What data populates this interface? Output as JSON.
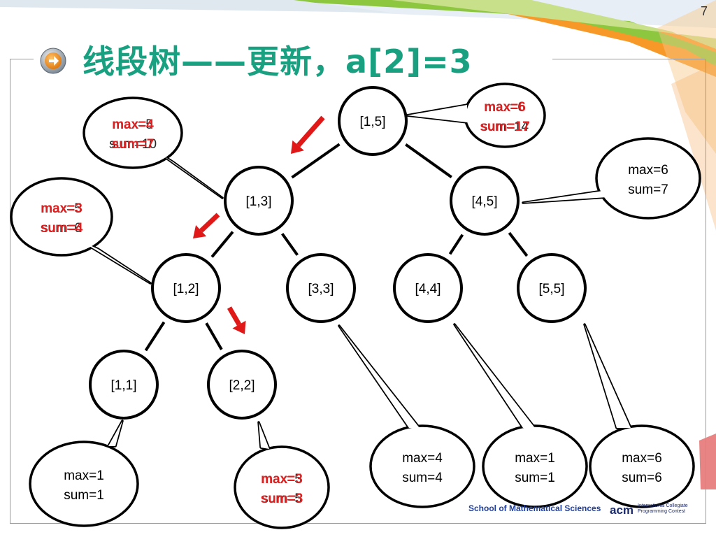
{
  "slide": {
    "page_number": "7",
    "title": "线段树——更新，a[2]=3"
  },
  "tree": {
    "nodes": [
      {
        "id": "n15",
        "label": "[1,5]"
      },
      {
        "id": "n13",
        "label": "[1,3]"
      },
      {
        "id": "n45",
        "label": "[4,5]"
      },
      {
        "id": "n12",
        "label": "[1,2]"
      },
      {
        "id": "n33",
        "label": "[3,3]"
      },
      {
        "id": "n44",
        "label": "[4,4]"
      },
      {
        "id": "n55",
        "label": "[5,5]"
      },
      {
        "id": "n11",
        "label": "[1,1]"
      },
      {
        "id": "n22",
        "label": "[2,2]"
      }
    ],
    "callouts": [
      {
        "id": "c15",
        "line1": "max=6",
        "line2": "sum=17",
        "old1": "max=6",
        "old2": "sum=14",
        "updated": true
      },
      {
        "id": "c13",
        "line1": "max=4",
        "line2": "sum=7",
        "old1": "max=5",
        "old2": "sum=10",
        "updated": true
      },
      {
        "id": "c45",
        "line1": "max=6",
        "line2": "sum=7",
        "updated": false
      },
      {
        "id": "c12",
        "line1": "max=3",
        "line2": "sum=4",
        "old1": "max=5",
        "old2": "sum=6",
        "updated": true
      },
      {
        "id": "c11",
        "line1": "max=1",
        "line2": "sum=1",
        "updated": false
      },
      {
        "id": "c22",
        "line1": "max=3",
        "line2": "sum=3",
        "old1": "max=5",
        "old2": "sum=5",
        "updated": true
      },
      {
        "id": "c33",
        "line1": "max=4",
        "line2": "sum=4",
        "updated": false
      },
      {
        "id": "c44",
        "line1": "max=1",
        "line2": "sum=1",
        "updated": false
      },
      {
        "id": "c55",
        "line1": "max=6",
        "line2": "sum=6",
        "updated": false
      }
    ]
  },
  "colors": {
    "title": "#19a080",
    "updated_text": "#e02020",
    "arrow": "#e01818",
    "node_stroke": "#000000",
    "banner_green": "#8dc63f",
    "banner_orange": "#f7941d"
  },
  "footer": {
    "school": "School of Mathematical Sciences",
    "acm": "acm",
    "acm_line1": "International Collegiate",
    "acm_line2": "Programming Contest"
  }
}
